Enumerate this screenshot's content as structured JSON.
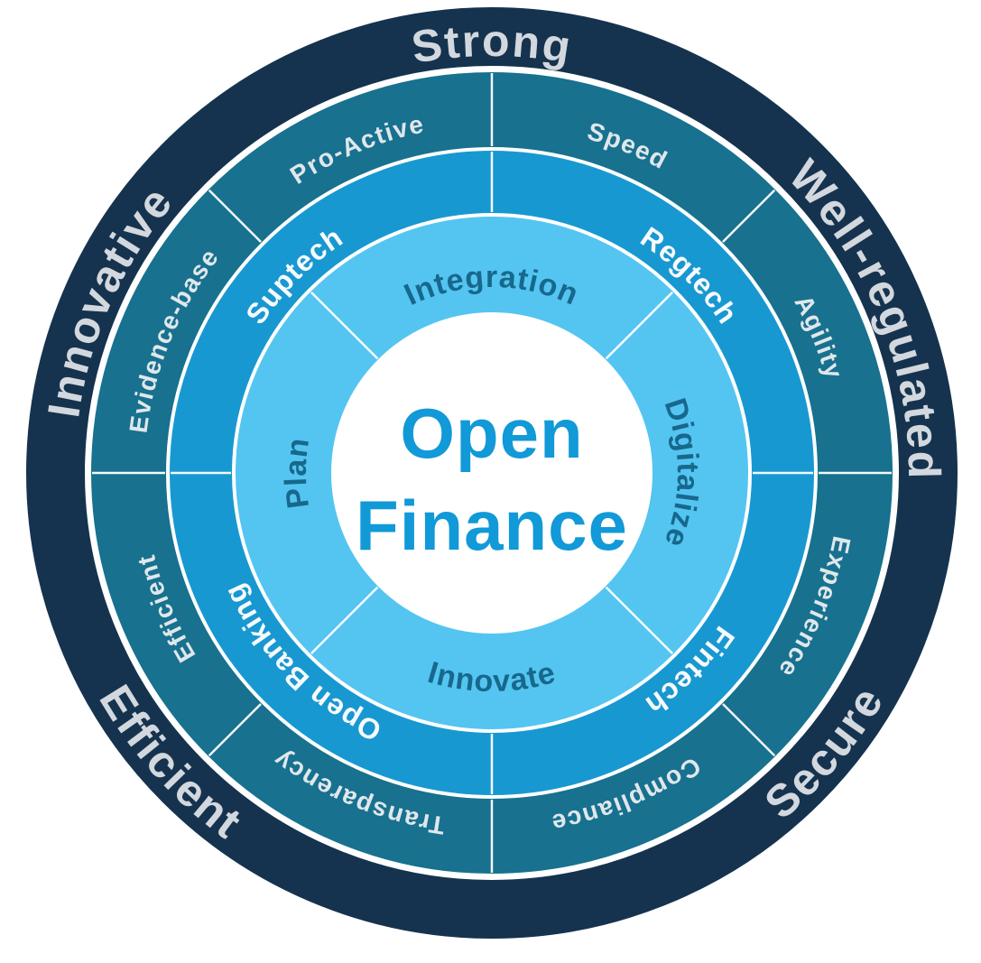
{
  "diagram": {
    "type": "concentric-ring-wheel",
    "background_color": "#ffffff",
    "divider_color": "#ffffff",
    "center": {
      "line1": "Open",
      "line2": "Finance",
      "text_color": "#1199d8",
      "circle_color": "#ffffff"
    },
    "rings": [
      {
        "name": "outer-principles",
        "color": "#15334e",
        "text_color": "#d3d8de",
        "labels": [
          {
            "text": "Strong",
            "angle": 0,
            "dir": "cw"
          },
          {
            "text": "Well-regulated",
            "angle": 68,
            "dir": "cw"
          },
          {
            "text": "Secure",
            "angle": 130,
            "dir": "ccw"
          },
          {
            "text": "Efficient",
            "angle": 228,
            "dir": "ccw"
          },
          {
            "text": "Innovative",
            "angle": 294,
            "dir": "cw"
          }
        ]
      },
      {
        "name": "qualities",
        "color": "#17718f",
        "text_color": "#e0e7eb",
        "labels": [
          {
            "text": "Speed",
            "angle": 22.5,
            "dir": "cw"
          },
          {
            "text": "Agility",
            "angle": 67.5,
            "dir": "cw"
          },
          {
            "text": "Experience",
            "angle": 112.5,
            "dir": "cw"
          },
          {
            "text": "Compliance",
            "angle": 157.5,
            "dir": "cw"
          },
          {
            "text": "Transparency",
            "angle": 202.5,
            "dir": "cw"
          },
          {
            "text": "Efficient",
            "angle": 247.5,
            "dir": "cw"
          },
          {
            "text": "Evidence-base",
            "angle": 292.5,
            "dir": "cw"
          },
          {
            "text": "Pro-Active",
            "angle": 337.5,
            "dir": "cw"
          }
        ]
      },
      {
        "name": "technologies",
        "color": "#1898d1",
        "text_color": "#f7fafc",
        "labels": [
          {
            "text": "Regtech",
            "angle": 45,
            "dir": "cw"
          },
          {
            "text": "Fintech",
            "angle": 135,
            "dir": "cw"
          },
          {
            "text": "Open Banking",
            "angle": 225,
            "dir": "cw"
          },
          {
            "text": "Suptech",
            "angle": 315,
            "dir": "cw"
          }
        ]
      },
      {
        "name": "actions",
        "color": "#54c5f1",
        "text_color": "#17688c",
        "labels": [
          {
            "text": "Integration",
            "angle": 0,
            "dir": "cw"
          },
          {
            "text": "Digitalize",
            "angle": 90,
            "dir": "cw"
          },
          {
            "text": "Innovate",
            "angle": 180,
            "dir": "ccw"
          },
          {
            "text": "Plan",
            "angle": 270,
            "dir": "cw"
          }
        ]
      }
    ]
  }
}
